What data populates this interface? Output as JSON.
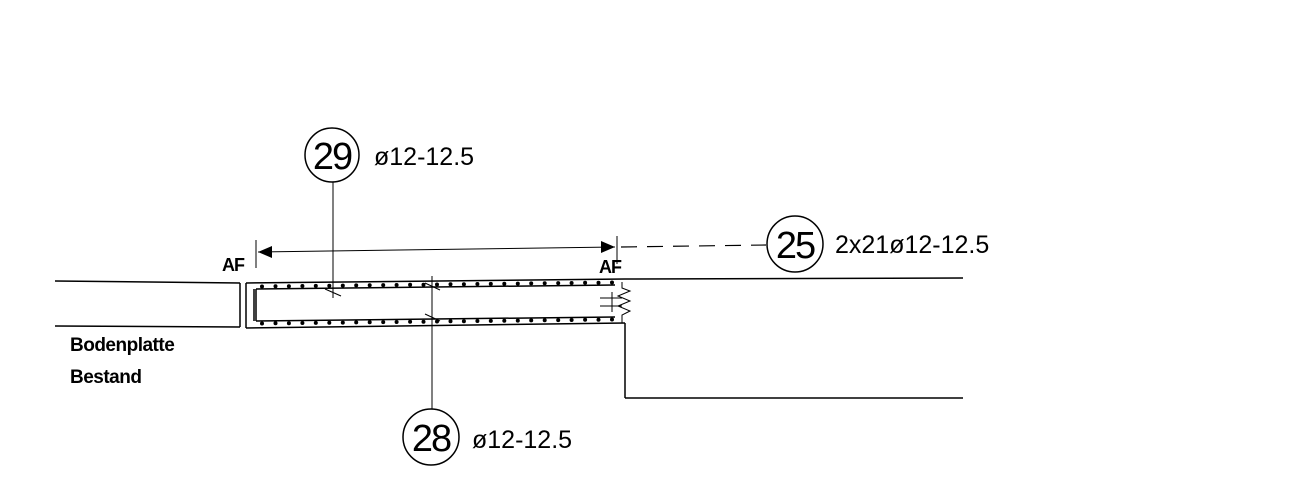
{
  "callouts": {
    "top": {
      "number": "29",
      "spec": "ø12-12.5"
    },
    "right": {
      "number": "25",
      "spec": "2x21ø12-12.5"
    },
    "bottom": {
      "number": "28",
      "spec": "ø12-12.5"
    }
  },
  "markers": {
    "left": "AF",
    "right": "AF"
  },
  "labels": {
    "line1": "Bodenplatte",
    "line2": "Bestand"
  }
}
